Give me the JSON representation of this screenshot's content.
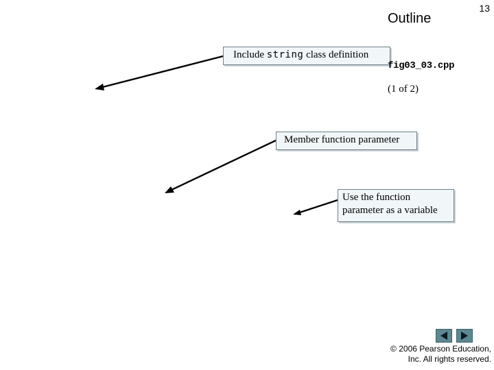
{
  "slide": {
    "page_number": "13",
    "outline_title": "Outline",
    "file_name": "fig03_03.cpp",
    "page_of": "(1 of 2)"
  },
  "callouts": [
    {
      "prefix": "Include ",
      "code": "string",
      "suffix": " class definition"
    },
    {
      "text": "Member function parameter"
    },
    {
      "line1": "Use the function",
      "line2": "parameter as a variable"
    }
  ],
  "nav": {
    "prev_icon": "triangle-left-icon",
    "next_icon": "triangle-right-icon"
  },
  "copyright": {
    "line1": "© 2006 Pearson Education,",
    "line2": "Inc. All rights reserved."
  }
}
